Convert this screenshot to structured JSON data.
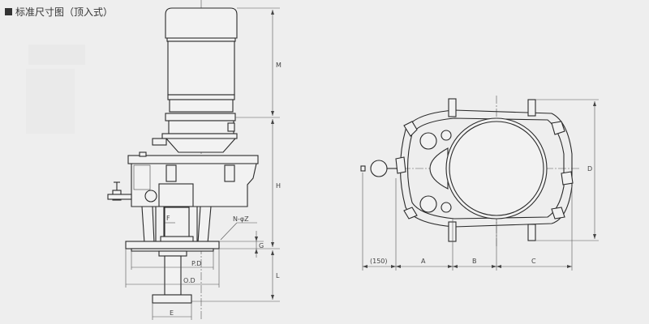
{
  "header": {
    "title": "标准尺寸图（顶入式）",
    "bullet": "square-bullet"
  },
  "side_view": {
    "labels": {
      "M": "M",
      "H": "H",
      "L": "L",
      "G": "G",
      "F": "F",
      "NZ": "N-φZ",
      "PD": "P.D",
      "OD": "O.D",
      "E": "E"
    }
  },
  "top_view": {
    "labels": {
      "D": "D",
      "p150": "(150)",
      "A": "A",
      "B": "B",
      "C": "C"
    }
  },
  "colors": {
    "background": "#eeeeee",
    "line": "#2a2a2a",
    "text": "#444444"
  }
}
